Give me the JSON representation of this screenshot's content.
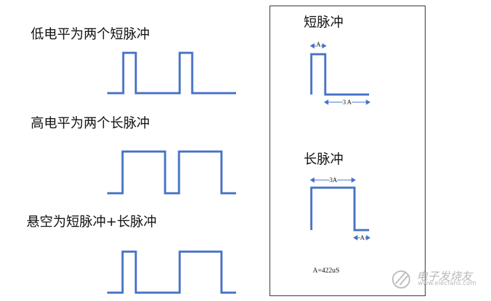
{
  "left": {
    "label_1": "低电平为两个短脉冲",
    "label_2": "高电平为两个长脉冲",
    "label_3": "悬空为短脉冲+长脉冲"
  },
  "panel": {
    "short_title": "短脉冲",
    "short_width_label": "A",
    "short_gap_label": "3 A",
    "long_title": "长脉冲",
    "long_width_label": "3A",
    "long_gap_label": "A",
    "formula": "A=422uS"
  },
  "watermark": {
    "text": "电子发烧友",
    "url": "www.elecfans.com"
  },
  "colors": {
    "signal": "#4472c4",
    "arrow": "#4472c4",
    "border": "#333333"
  }
}
